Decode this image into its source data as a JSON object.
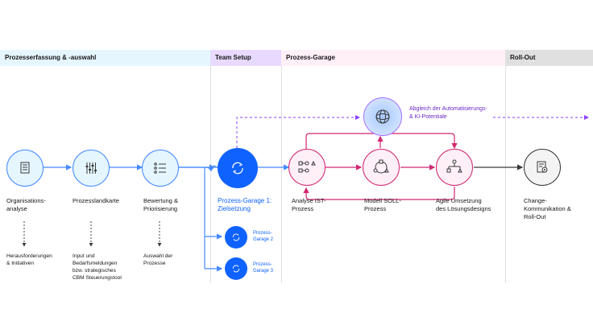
{
  "phases": {
    "p1": "Prozesserfassung & -auswahl",
    "p2": "Team Setup",
    "p3": "Prozess-Garage",
    "p4": "Roll-Out"
  },
  "nodes": {
    "org": {
      "label": "Organisations-\nanalyse",
      "sub": "Herausforderungen\n& Initiativen",
      "icon": "document-icon"
    },
    "landkarte": {
      "label": "Prozesslandkarte",
      "sub": "Input und\nBedarfsmeldungen\nbzw. strategisches\nCBM Steuerungstool",
      "icon": "sliders-icon"
    },
    "bewertung": {
      "label": "Bewertung &\nPriorisierung",
      "sub": "Auswahl der\nProzesse",
      "icon": "list-icon"
    },
    "garage1": {
      "label": "Prozess-Garage 1:\nZielsetzung",
      "icon": "cycle-icon"
    },
    "garage2": {
      "label": "Prozess-\nGarage 2",
      "icon": "cycle-icon"
    },
    "garage3": {
      "label": "Prozess-\nGarage 3",
      "icon": "cycle-icon"
    },
    "ist": {
      "label": "Analyse IST-\nProzess",
      "icon": "flowchart-icon"
    },
    "soll": {
      "label": "Modell SOLL-\nProzess",
      "icon": "network-icon"
    },
    "agile": {
      "label": "Agile Umsetzung\ndes Lösungsdesigns",
      "icon": "hierarchy-icon"
    },
    "ai": {
      "label": "Abgleich der Automatisierungs-\n& KI-Potentiale",
      "icon": "ai-sphere-icon"
    },
    "rollout": {
      "label": "Change-\nKommunikation &\nRoll-Out",
      "icon": "document-gear-icon"
    }
  },
  "colors": {
    "blue": "#0f62fe",
    "lightblue": "#4589ff",
    "magenta": "#d12771",
    "purple": "#8a3ffc",
    "phase1": "#e5f6ff",
    "phase2": "#e8daff",
    "phase3": "#fff0f7",
    "phase4": "#e0e0e0"
  }
}
